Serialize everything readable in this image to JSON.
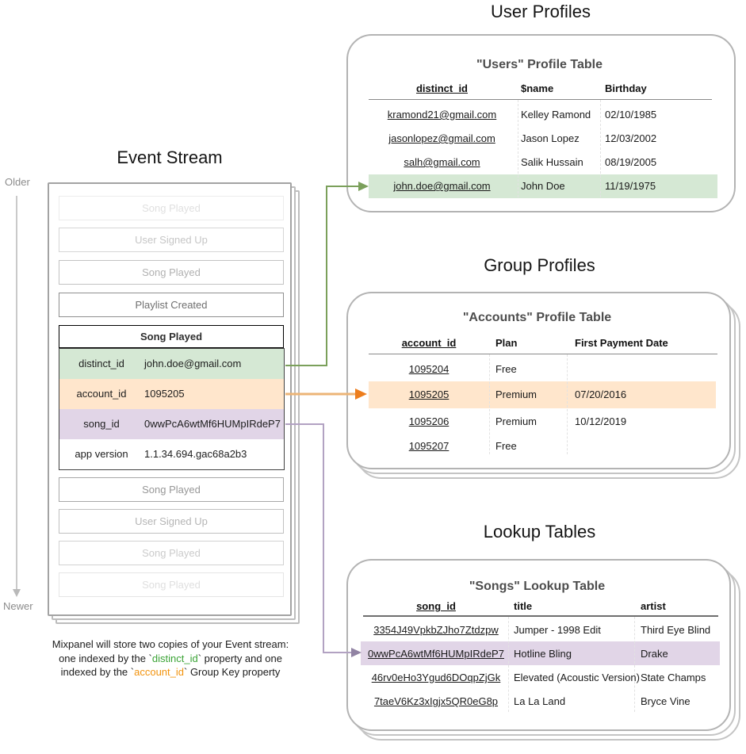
{
  "section_titles": {
    "event_stream": "Event Stream",
    "user_profiles": "User Profiles",
    "group_profiles": "Group Profiles",
    "lookup_tables": "Lookup Tables"
  },
  "timeline": {
    "older": "Older",
    "newer": "Newer"
  },
  "event_stream": {
    "faded_before": [
      "Song Played",
      "User Signed Up",
      "Song Played",
      "Playlist Created"
    ],
    "expanded_event": {
      "title": "Song Played",
      "fields": [
        {
          "key": "distinct_id",
          "value": "john.doe@gmail.com"
        },
        {
          "key": "account_id",
          "value": "1095205"
        },
        {
          "key": "song_id",
          "value": "0wwPcA6wtMf6HUMpIRdeP7"
        },
        {
          "key": "app version",
          "value": "1.1.34.694.gac68a2b3"
        }
      ]
    },
    "faded_after": [
      "Song Played",
      "User Signed Up",
      "Song Played",
      "Song Played"
    ]
  },
  "users_table": {
    "title": "\"Users\" Profile Table",
    "columns": [
      "distinct_id",
      "$name",
      "Birthday"
    ],
    "rows": [
      [
        "kramond21@gmail.com",
        "Kelley Ramond",
        "02/10/1985"
      ],
      [
        "jasonlopez@gmail.com",
        "Jason Lopez",
        "12/03/2002"
      ],
      [
        "salh@gmail.com",
        "Salik Hussain",
        "08/19/2005"
      ],
      [
        "john.doe@gmail.com",
        "John Doe",
        "11/19/1975"
      ]
    ],
    "highlighted_row_index": 3
  },
  "accounts_table": {
    "title": "\"Accounts\" Profile Table",
    "columns": [
      "account_id",
      "Plan",
      "First Payment Date"
    ],
    "rows": [
      [
        "1095204",
        "Free",
        ""
      ],
      [
        "1095205",
        "Premium",
        "07/20/2016"
      ],
      [
        "1095206",
        "Premium",
        "10/12/2019"
      ],
      [
        "1095207",
        "Free",
        ""
      ]
    ],
    "highlighted_row_index": 1
  },
  "songs_table": {
    "title": "\"Songs\" Lookup Table",
    "columns": [
      "song_id",
      "title",
      "artist"
    ],
    "rows": [
      [
        "3354J49VpkbZJho7Ztdzpw",
        "Jumper - 1998 Edit",
        "Third Eye Blind"
      ],
      [
        "0wwPcA6wtMf6HUMpIRdeP7",
        "Hotline Bling",
        "Drake"
      ],
      [
        "46rv0eHo3Ygud6DOqpZjGk",
        "Elevated (Acoustic Version)",
        "State Champs"
      ],
      [
        "7taeV6Kz3xIgjx5QR0eG8p",
        "La La Land",
        "Bryce Vine"
      ]
    ],
    "highlighted_row_index": 1
  },
  "caption": {
    "line1": "Mixpanel will store two copies of your Event stream:",
    "line2_pre": "one indexed by the `",
    "line2_key": "distinct_id",
    "line2_post": "` property and one",
    "line3_pre": "indexed by the `",
    "line3_key": "account_id",
    "line3_post": "` Group Key property"
  },
  "colors": {
    "row_green": "#d5e8d4",
    "row_orange": "#ffe6cc",
    "row_purple": "#e1d5e7",
    "arrow_green": "#7ba05b",
    "arrow_orange_line": "#ecb577",
    "arrow_orange_head": "#ed7d1c",
    "arrow_purple_line": "#b2a2c2",
    "arrow_purple_head": "#9183a3",
    "caption_green": "#3aa335",
    "caption_orange": "#f2930d",
    "timeline_gray": "#b9b9b9"
  }
}
